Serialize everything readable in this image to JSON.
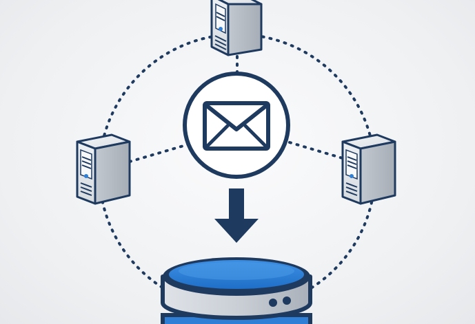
{
  "diagram": {
    "colors": {
      "navy": "#1f3a5f",
      "blue": "#2f7fd6",
      "blue_light": "#4a9be6",
      "gray_light": "#e2e5e9",
      "gray_mid": "#c5cad1",
      "gray_dark": "#9aa1aa",
      "background": "#f2f3f5"
    },
    "nodes": [
      {
        "id": "server-top",
        "icon": "server-icon"
      },
      {
        "id": "server-left",
        "icon": "server-icon"
      },
      {
        "id": "server-right",
        "icon": "server-icon"
      },
      {
        "id": "message-hub",
        "icon": "envelope-icon"
      },
      {
        "id": "database",
        "icon": "database-icon"
      }
    ],
    "connections": [
      {
        "from": "server-top",
        "to": "message-hub",
        "style": "dotted"
      },
      {
        "from": "server-left",
        "to": "message-hub",
        "style": "dotted"
      },
      {
        "from": "server-right",
        "to": "message-hub",
        "style": "dotted"
      },
      {
        "from": "message-hub",
        "to": "database",
        "style": "arrow"
      }
    ],
    "ring": {
      "style": "dotted"
    }
  }
}
